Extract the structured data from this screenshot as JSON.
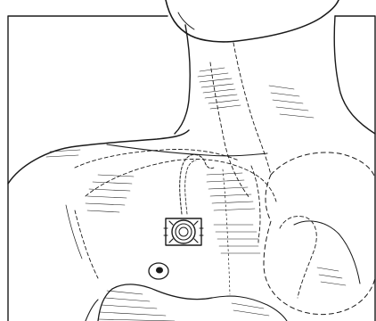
{
  "figure": {
    "description_visible_text": "",
    "colors": {
      "ink": "#1a1a1a",
      "paper": "#ffffff"
    },
    "elements": [
      "figure-frame",
      "head-outline",
      "neck-outline",
      "shoulder-outline",
      "chest-outline",
      "port-device",
      "catheter-path",
      "heart-outline",
      "vein-dashed-lines",
      "nipple",
      "hatching"
    ]
  }
}
